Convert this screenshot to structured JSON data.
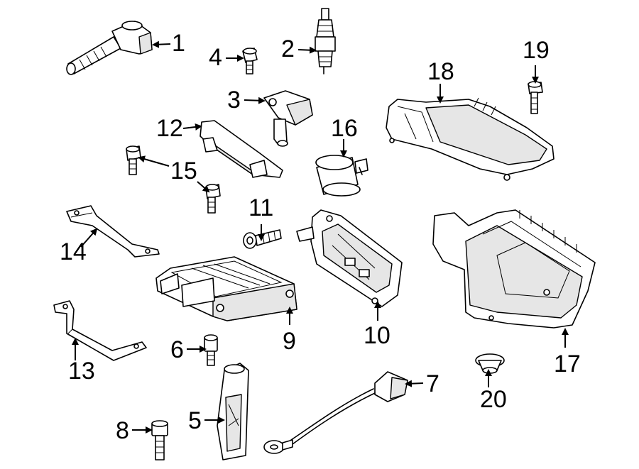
{
  "callouts": [
    {
      "id": "1",
      "part": "ignition-coil"
    },
    {
      "id": "2",
      "part": "spark-plug"
    },
    {
      "id": "3",
      "part": "sensor"
    },
    {
      "id": "4",
      "part": "bolt"
    },
    {
      "id": "5",
      "part": "sensor-bracket"
    },
    {
      "id": "6",
      "part": "bolt"
    },
    {
      "id": "7",
      "part": "knock-sensor"
    },
    {
      "id": "8",
      "part": "bolt"
    },
    {
      "id": "9",
      "part": "engine-control-module"
    },
    {
      "id": "10",
      "part": "ecm-bracket"
    },
    {
      "id": "11",
      "part": "bolt"
    },
    {
      "id": "12",
      "part": "bracket"
    },
    {
      "id": "13",
      "part": "bracket"
    },
    {
      "id": "14",
      "part": "bracket"
    },
    {
      "id": "15",
      "part": "bolt"
    },
    {
      "id": "16",
      "part": "relay"
    },
    {
      "id": "17",
      "part": "housing-lower"
    },
    {
      "id": "18",
      "part": "housing-cover"
    },
    {
      "id": "19",
      "part": "bolt"
    },
    {
      "id": "20",
      "part": "grommet"
    }
  ]
}
